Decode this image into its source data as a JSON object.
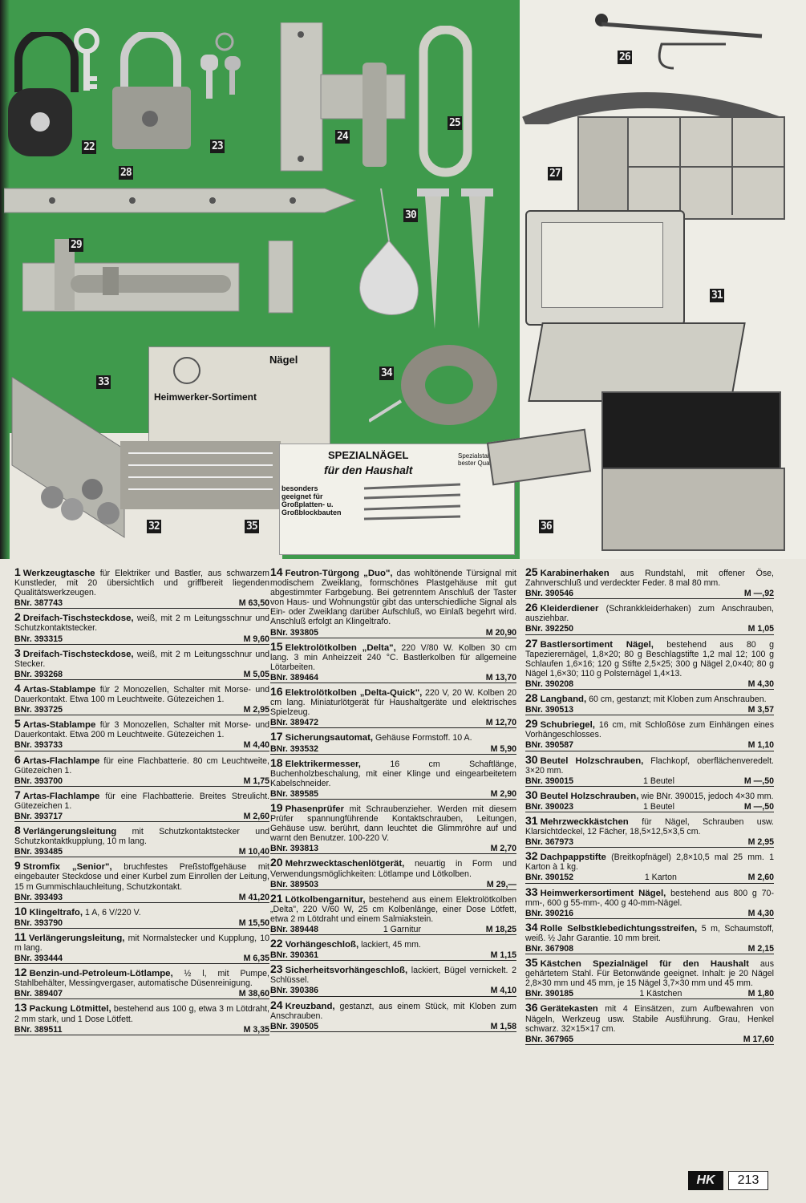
{
  "photo_numbers": [
    "22",
    "23",
    "24",
    "25",
    "26",
    "27",
    "28",
    "29",
    "30",
    "31",
    "32",
    "33",
    "34",
    "35",
    "36"
  ],
  "photo_labels": {
    "naegel_title": "Nägel",
    "box_title": "Heimwerker-Sortiment",
    "spezial_line1": "SPEZIALNÄGEL",
    "spezial_line2": "für den Haushalt",
    "spezial_note": "besonders geeignet für Großplatten- u. Großblockbauten",
    "spezial_small": "Spezialstahl bester Qualität"
  },
  "columns": [
    [
      {
        "num": "1",
        "title": "Werkzeugtasche",
        "text": " für Elektriker und Bastler, aus schwarzem Kunstleder, mit 20 übersichtlich und griffbereit liegenden Qualitätswerkzeugen.",
        "bnr": "BNr. 387743",
        "mid": "",
        "price": "M 63,50"
      },
      {
        "num": "2",
        "title": "Dreifach-Tischsteckdose,",
        "text": " weiß, mit 2 m Leitungsschnur und Schutzkontaktstecker.",
        "bnr": "BNr. 393315",
        "mid": "",
        "price": "M 9,60"
      },
      {
        "num": "3",
        "title": "Dreifach-Tischsteckdose,",
        "text": " weiß, mit 2 m Leitungsschnur und Stecker.",
        "bnr": "BNr. 393268",
        "mid": "",
        "price": "M 5,05"
      },
      {
        "num": "4",
        "title": "Artas-Stablampe",
        "text": " für 2 Monozellen, Schalter mit Morse- und Dauerkontakt. Etwa 100 m Leuchtweite. Gütezeichen 1.",
        "bnr": "BNr. 393725",
        "mid": "",
        "price": "M 2,95"
      },
      {
        "num": "5",
        "title": "Artas-Stablampe",
        "text": " für 3 Monozellen, Schalter mit Morse- und Dauerkontakt. Etwa 200 m Leuchtweite. Gütezeichen 1.",
        "bnr": "BNr. 393733",
        "mid": "",
        "price": "M 4,40"
      },
      {
        "num": "6",
        "title": "Artas-Flachlampe",
        "text": " für eine Flachbatterie. 80 cm Leuchtweite, Gütezeichen 1.",
        "bnr": "BNr. 393700",
        "mid": "",
        "price": "M 1,75"
      },
      {
        "num": "7",
        "title": "Artas-Flachlampe",
        "text": " für eine Flachbatterie. Breites Streulicht. Gütezeichen 1.",
        "bnr": "BNr. 393717",
        "mid": "",
        "price": "M 2,60"
      },
      {
        "num": "8",
        "title": "Verlängerungsleitung",
        "text": " mit Schutzkontaktstecker und Schutzkontaktkupplung, 10 m lang.",
        "bnr": "BNr. 393485",
        "mid": "",
        "price": "M 10,40"
      },
      {
        "num": "9",
        "title": "Stromfix „Senior\",",
        "text": " bruchfestes Preßstoffgehäuse mit eingebauter Steckdose und einer Kurbel zum Einrollen der Leitung, 15 m Gummischlauchleitung, Schutzkontakt.",
        "bnr": "BNr. 393493",
        "mid": "",
        "price": "M 41,20"
      },
      {
        "num": "10",
        "title": "Klingeltrafo,",
        "text": " 1 A, 6 V/220 V.",
        "bnr": "BNr. 393790",
        "mid": "",
        "price": "M 15,50"
      },
      {
        "num": "11",
        "title": "Verlängerungsleitung,",
        "text": " mit Normalstecker und Kupplung, 10 m lang.",
        "bnr": "BNr. 393444",
        "mid": "",
        "price": "M 6,35"
      },
      {
        "num": "12",
        "title": "Benzin-und-Petroleum-Lötlampe,",
        "text": " ½ l, mit Pumpe, Stahlbehälter, Messingvergaser, automatische Düsenreinigung.",
        "bnr": "BNr. 389407",
        "mid": "",
        "price": "M 38,60"
      },
      {
        "num": "13",
        "title": "Packung Lötmittel,",
        "text": " bestehend aus 100 g, etwa 3 m Lötdraht, 2 mm stark, und 1 Dose Lötfett.",
        "bnr": "BNr. 389511",
        "mid": "",
        "price": "M 3,35"
      }
    ],
    [
      {
        "num": "14",
        "title": "Feutron-Türgong „Duo\",",
        "text": " das wohltönende Türsignal mit modischem Zweiklang, formschönes Plastgehäuse mit gut abgestimmter Farbgebung. Bei getrenntem Anschluß der Taster von Haus- und Wohnungstür gibt das unterschiedliche Signal als Ein- oder Zweiklang darüber Aufschluß, wo Einlaß begehrt wird. Anschluß erfolgt an Klingeltrafo.",
        "bnr": "BNr. 393805",
        "mid": "",
        "price": "M 20,90"
      },
      {
        "num": "15",
        "title": "Elektrolötkolben „Delta\",",
        "text": " 220 V/80 W. Kolben 30 cm lang. 3 min Anheizzeit 240 °C. Bastlerkolben für allgemeine Lötarbeiten.",
        "bnr": "BNr. 389464",
        "mid": "",
        "price": "M 13,70"
      },
      {
        "num": "16",
        "title": "Elektrolötkolben „Delta-Quick\",",
        "text": " 220 V, 20 W. Kolben 20 cm lang. Miniaturlötgerät für Haushaltgeräte und elektrisches Spielzeug.",
        "bnr": "BNr. 389472",
        "mid": "",
        "price": "M 12,70"
      },
      {
        "num": "17",
        "title": "Sicherungsautomat,",
        "text": " Gehäuse Formstoff. 10 A.",
        "bnr": "BNr. 393532",
        "mid": "",
        "price": "M 5,90"
      },
      {
        "num": "18",
        "title": "Elektrikermesser,",
        "text": " 16 cm Schaftlänge, Buchenholzbeschalung, mit einer Klinge und eingearbeitetem Kabelschneider.",
        "bnr": "BNr. 389585",
        "mid": "",
        "price": "M 2,90"
      },
      {
        "num": "19",
        "title": "Phasenprüfer",
        "text": " mit Schraubenzieher. Werden mit diesem Prüfer spannungführende Kontaktschrauben, Leitungen, Gehäuse usw. berührt, dann leuchtet die Glimmröhre auf und warnt den Benutzer. 100-220 V.",
        "bnr": "BNr. 393813",
        "mid": "",
        "price": "M 2,70"
      },
      {
        "num": "20",
        "title": "Mehrzwecktaschenlötgerät,",
        "text": " neuartig in Form und Verwendungsmöglichkeiten: Lötlampe und Lötkolben.",
        "bnr": "BNr. 389503",
        "mid": "",
        "price": "M 29,—"
      },
      {
        "num": "21",
        "title": "Lötkolbengarnitur,",
        "text": " bestehend aus einem Elektrolötkolben „Delta\", 220 V/60 W, 25 cm Kolbenlänge, einer Dose Lötfett, etwa 2 m Lötdraht und einem Salmiakstein.",
        "bnr": "BNr. 389448",
        "mid": "1 Garnitur",
        "price": "M 18,25"
      },
      {
        "num": "22",
        "title": "Vorhängeschloß,",
        "text": " lackiert, 45 mm.",
        "bnr": "BNr. 390361",
        "mid": "",
        "price": "M 1,15"
      },
      {
        "num": "23",
        "title": "Sicherheitsvorhängeschloß,",
        "text": " lackiert, Bügel vernickelt. 2 Schlüssel.",
        "bnr": "BNr. 390386",
        "mid": "",
        "price": "M 4,10"
      },
      {
        "num": "24",
        "title": "Kreuzband,",
        "text": " gestanzt, aus einem Stück, mit Kloben zum Anschrauben.",
        "bnr": "BNr. 390505",
        "mid": "",
        "price": "M 1,58"
      }
    ],
    [
      {
        "num": "25",
        "title": "Karabinerhaken",
        "text": " aus Rundstahl, mit offener Öse, Zahnverschluß und verdeckter Feder. 8 mal 80 mm.",
        "bnr": "BNr. 390546",
        "mid": "",
        "price": "M —,92"
      },
      {
        "num": "26",
        "title": "Kleiderdiener",
        "text": " (Schrankkleiderhaken) zum Anschrauben, ausziehbar.",
        "bnr": "BNr. 392250",
        "mid": "",
        "price": "M 1,05"
      },
      {
        "num": "27",
        "title": "Bastlersortiment Nägel,",
        "text": " bestehend aus 80 g Tapezierernägel, 1,8×20; 80 g Beschlagstifte 1,2 mal 12; 100 g Schlaufen 1,6×16; 120 g Stifte 2,5×25; 300 g Nägel 2,0×40; 80 g Nägel 1,6×30; 110 g Polsternägel 1,4×13.",
        "bnr": "BNr. 390208",
        "mid": "",
        "price": "M 4,30"
      },
      {
        "num": "28",
        "title": "Langband,",
        "text": " 60 cm, gestanzt; mit Kloben zum Anschrauben.",
        "bnr": "BNr. 390513",
        "mid": "",
        "price": "M 3,57"
      },
      {
        "num": "29",
        "title": "Schubriegel,",
        "text": " 16 cm, mit Schloßöse zum Einhängen eines Vorhängeschlosses.",
        "bnr": "BNr. 390587",
        "mid": "",
        "price": "M 1,10"
      },
      {
        "num": "30",
        "title": "Beutel Holzschrauben,",
        "text": " Flachkopf, oberflächenveredelt. 3×20 mm.",
        "bnr": "BNr. 390015",
        "mid": "1 Beutel",
        "price": "M —,50"
      },
      {
        "num": "30",
        "title": "Beutel Holzschrauben,",
        "text": " wie BNr. 390015, jedoch 4×30 mm.",
        "bnr": "BNr. 390023",
        "mid": "1 Beutel",
        "price": "M —,50"
      },
      {
        "num": "31",
        "title": "Mehrzweckkästchen",
        "text": " für Nägel, Schrauben usw. Klarsichtdeckel, 12 Fächer, 18,5×12,5×3,5 cm.",
        "bnr": "BNr. 367973",
        "mid": "",
        "price": "M 2,95"
      },
      {
        "num": "32",
        "title": "Dachpappstifte",
        "text": " (Breitkopfnägel) 2,8×10,5 mal 25 mm. 1 Karton à 1 kg.",
        "bnr": "BNr. 390152",
        "mid": "1 Karton",
        "price": "M 2,60"
      },
      {
        "num": "33",
        "title": "Heimwerkersortiment Nägel,",
        "text": " bestehend aus 800 g 70-mm-, 600 g 55-mm-, 400 g 40-mm-Nägel.",
        "bnr": "BNr. 390216",
        "mid": "",
        "price": "M 4,30"
      },
      {
        "num": "34",
        "title": "Rolle Selbstklebedichtungsstreifen,",
        "text": " 5 m, Schaumstoff, weiß. ½ Jahr Garantie. 10 mm breit.",
        "bnr": "BNr. 367908",
        "mid": "",
        "price": "M 2,15"
      },
      {
        "num": "35",
        "title": "Kästchen Spezialnägel für den Haushalt",
        "text": " aus gehärtetem Stahl. Für Betonwände geeignet. Inhalt: je 20 Nägel 2,8×30 mm und 45 mm, je 15 Nägel 3,7×30 mm und 45 mm.",
        "bnr": "BNr. 390185",
        "mid": "1 Kästchen",
        "price": "M 1,80"
      },
      {
        "num": "36",
        "title": "Gerätekasten",
        "text": " mit 4 Einsätzen, zum Aufbewahren von Nägeln, Werkzeug usw. Stabile Ausführung. Grau, Henkel schwarz. 32×15×17 cm.",
        "bnr": "BNr. 367965",
        "mid": "",
        "price": "M 17,60"
      }
    ]
  ],
  "footer": {
    "logo": "HK",
    "page": "213"
  }
}
